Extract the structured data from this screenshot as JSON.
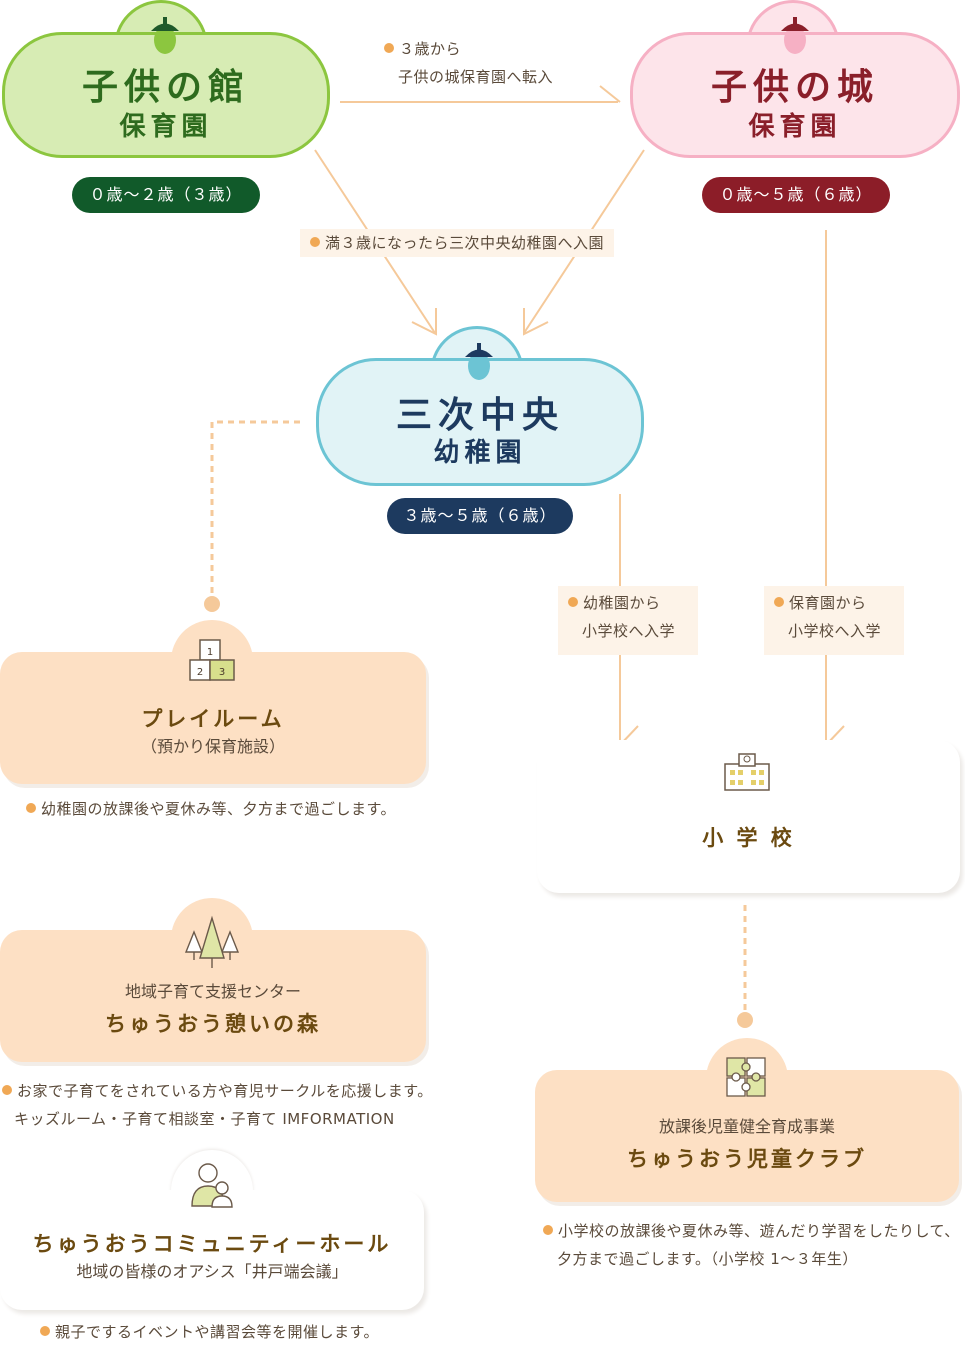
{
  "nursery_kodomo_yakata": {
    "name": "子供の館",
    "type": "保育園",
    "ages": "０歳〜２歳（３歳）"
  },
  "nursery_kodomo_shiro": {
    "name": "子供の城",
    "type": "保育園",
    "ages": "０歳〜５歳（６歳）"
  },
  "kindergarten_miyoshi": {
    "name": "三次中央",
    "type": "幼稚園",
    "ages": "３歳〜５歳（６歳）"
  },
  "arrows": {
    "transfer_line1": "３歳から",
    "transfer_line2": "子供の城保育園へ転入",
    "enter_kindergarten": "満３歳になったら三次中央幼稚園へ入園",
    "kinder_to_school_line1": "幼稚園から",
    "kinder_to_school_line2": "小学校へ入学",
    "nursery_to_school_line1": "保育園から",
    "nursery_to_school_line2": "小学校へ入学"
  },
  "playroom": {
    "title": "プレイルーム",
    "subtitle": "（預かり保育施設）",
    "note": "幼稚園の放課後や夏休み等、夕方まで過ごします。",
    "blocks": [
      "1",
      "2",
      "3"
    ]
  },
  "school": {
    "title": "小 学 校"
  },
  "forest": {
    "label": "地域子育て支援センター",
    "title": "ちゅうおう憩いの森",
    "note_line1": "お家で子育てをされている方や育児サークルを応援します。",
    "note_line2": "キッズルーム・子育て相談室・子育て IMFORMATION"
  },
  "club": {
    "label": "放課後児童健全育成事業",
    "title": "ちゅうおう児童クラブ",
    "note_line1": "小学校の放課後や夏休み等、遊んだり学習をしたりして、",
    "note_line2": "夕方まで過ごします。（小学校 1〜３年生）"
  },
  "hall": {
    "title": "ちゅうおうコミュニティーホール",
    "subtitle": "地域の皆様のオアシス「井戸端会議」",
    "note": "親子でするイベントや講習会等を開催します。"
  },
  "colors": {
    "green_border": "#8cc63f",
    "green_fill": "#d7ecb4",
    "green_text": "#2e6b1e",
    "green_pill": "#115a2a",
    "pink_border": "#f6b0c4",
    "pink_fill": "#fde4ea",
    "pink_text": "#8a1f2a",
    "pink_pill": "#8c1d28",
    "blue_border": "#6cc4d4",
    "blue_fill": "#e1f3f6",
    "blue_text": "#1d3a5f",
    "blue_pill": "#1d3a5f",
    "peach": "#fde0c4",
    "line_orange": "#f5c99a",
    "dot_orange": "#f0a855"
  }
}
